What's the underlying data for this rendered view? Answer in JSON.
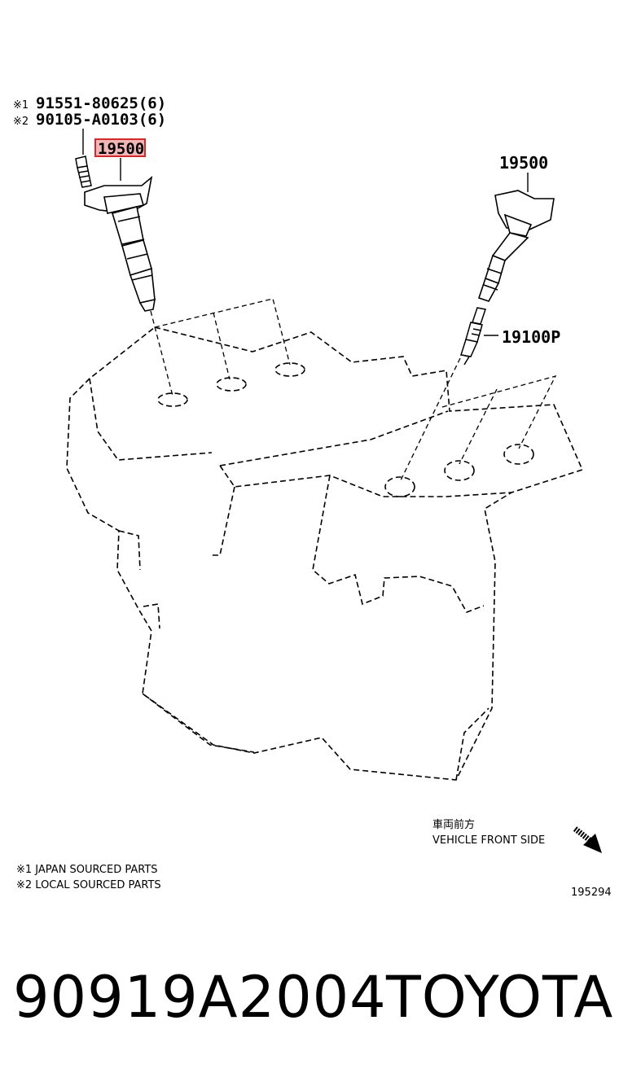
{
  "labels": {
    "bolt_1_mark": "※1",
    "bolt_1_part": "91551-80625(6)",
    "bolt_2_mark": "※2",
    "bolt_2_part": "90105-A0103(6)",
    "coil_left": "19500",
    "coil_right": "19500",
    "spark_plug": "19100P"
  },
  "orientation": {
    "japanese": "車両前方",
    "english": "VEHICLE FRONT SIDE",
    "icon": "arrow-down-right-icon"
  },
  "legend": [
    "※1 JAPAN SOURCED PARTS",
    "※2 LOCAL SOURCED PARTS"
  ],
  "diagram_id": "195294",
  "footer": {
    "part_number": "90919A2004",
    "brand": "TOYOTA"
  },
  "colors": {
    "highlight_fill": "#f3b6b6",
    "highlight_stroke": "#d22a2a",
    "line": "#000000"
  }
}
